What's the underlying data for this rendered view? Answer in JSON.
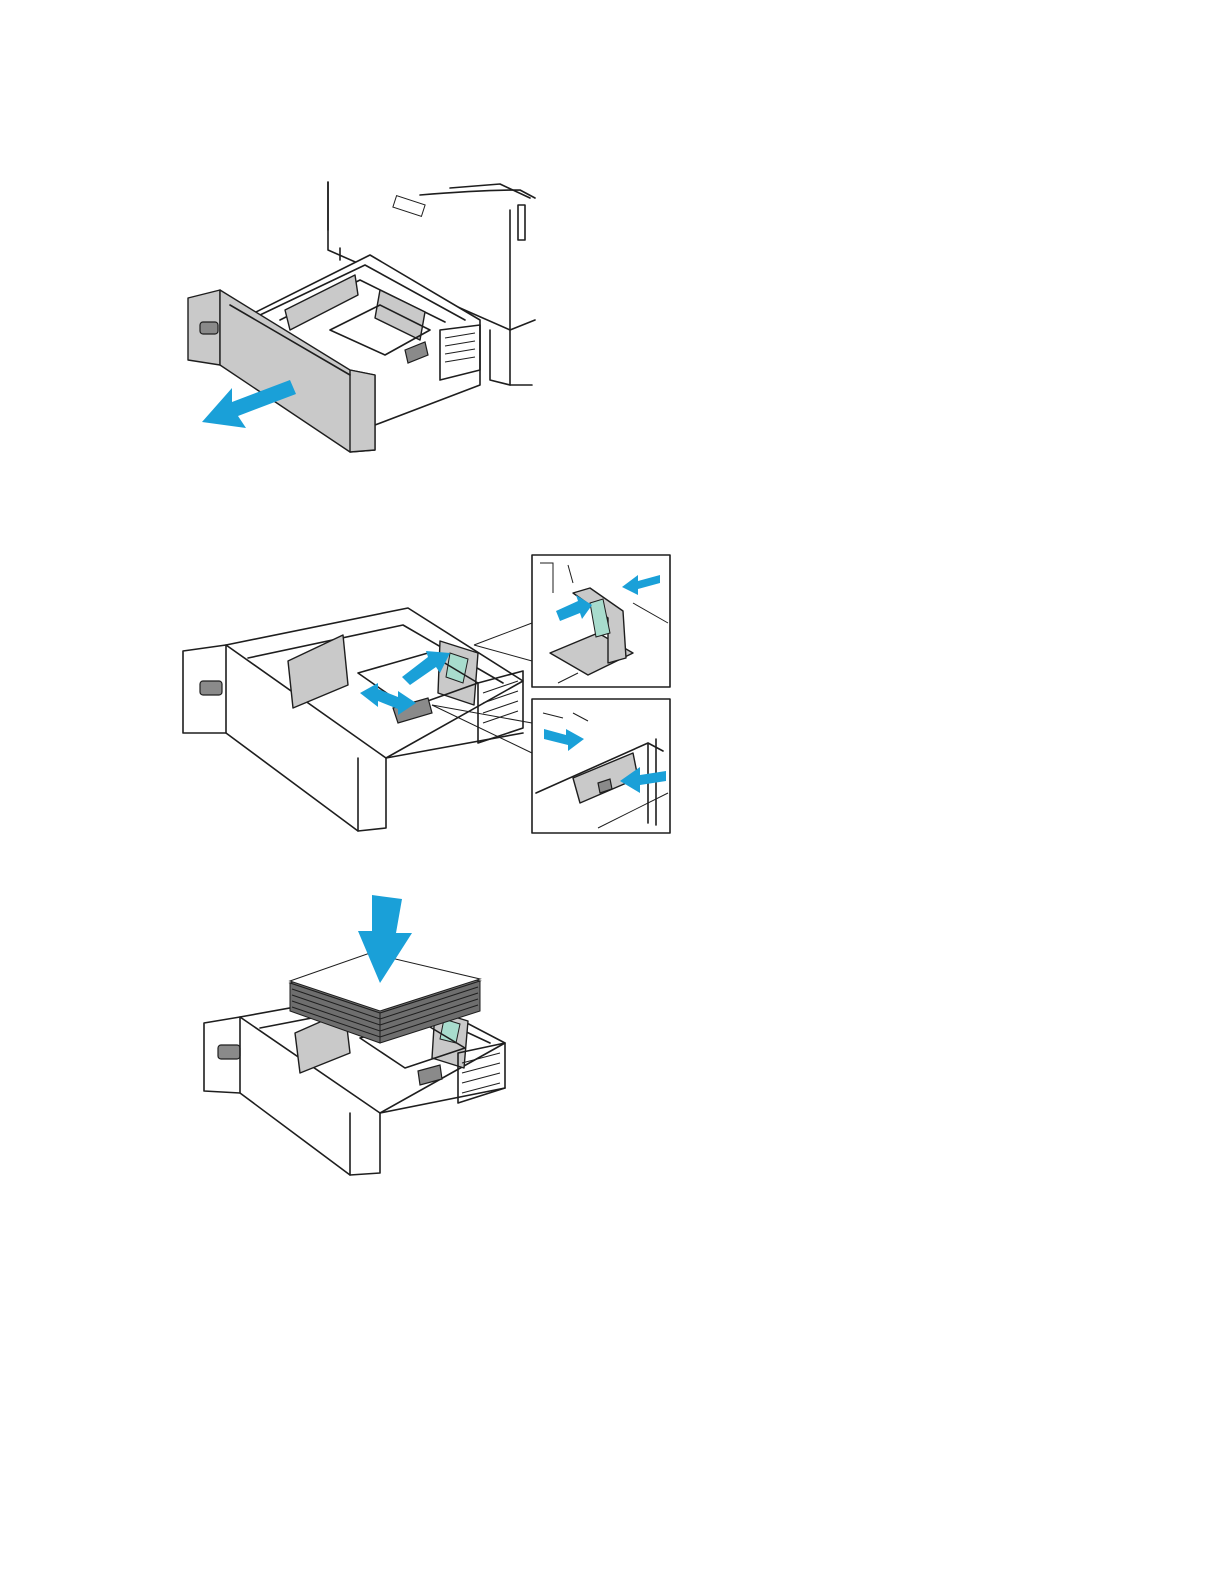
{
  "figures": [
    {
      "name": "pull-out-tray",
      "arrow_direction": "left"
    },
    {
      "name": "adjust-guides",
      "callouts": [
        "length-guide-squeeze",
        "width-guide-squeeze"
      ]
    },
    {
      "name": "load-paper",
      "arrow_direction": "down"
    }
  ],
  "colors": {
    "arrow": "#1aa0d8",
    "tray_grey": "#c9c9c9",
    "guide_highlight": "#a8dccd",
    "line": "#1e1e1e",
    "paper_stack": "#6e6e6e"
  }
}
